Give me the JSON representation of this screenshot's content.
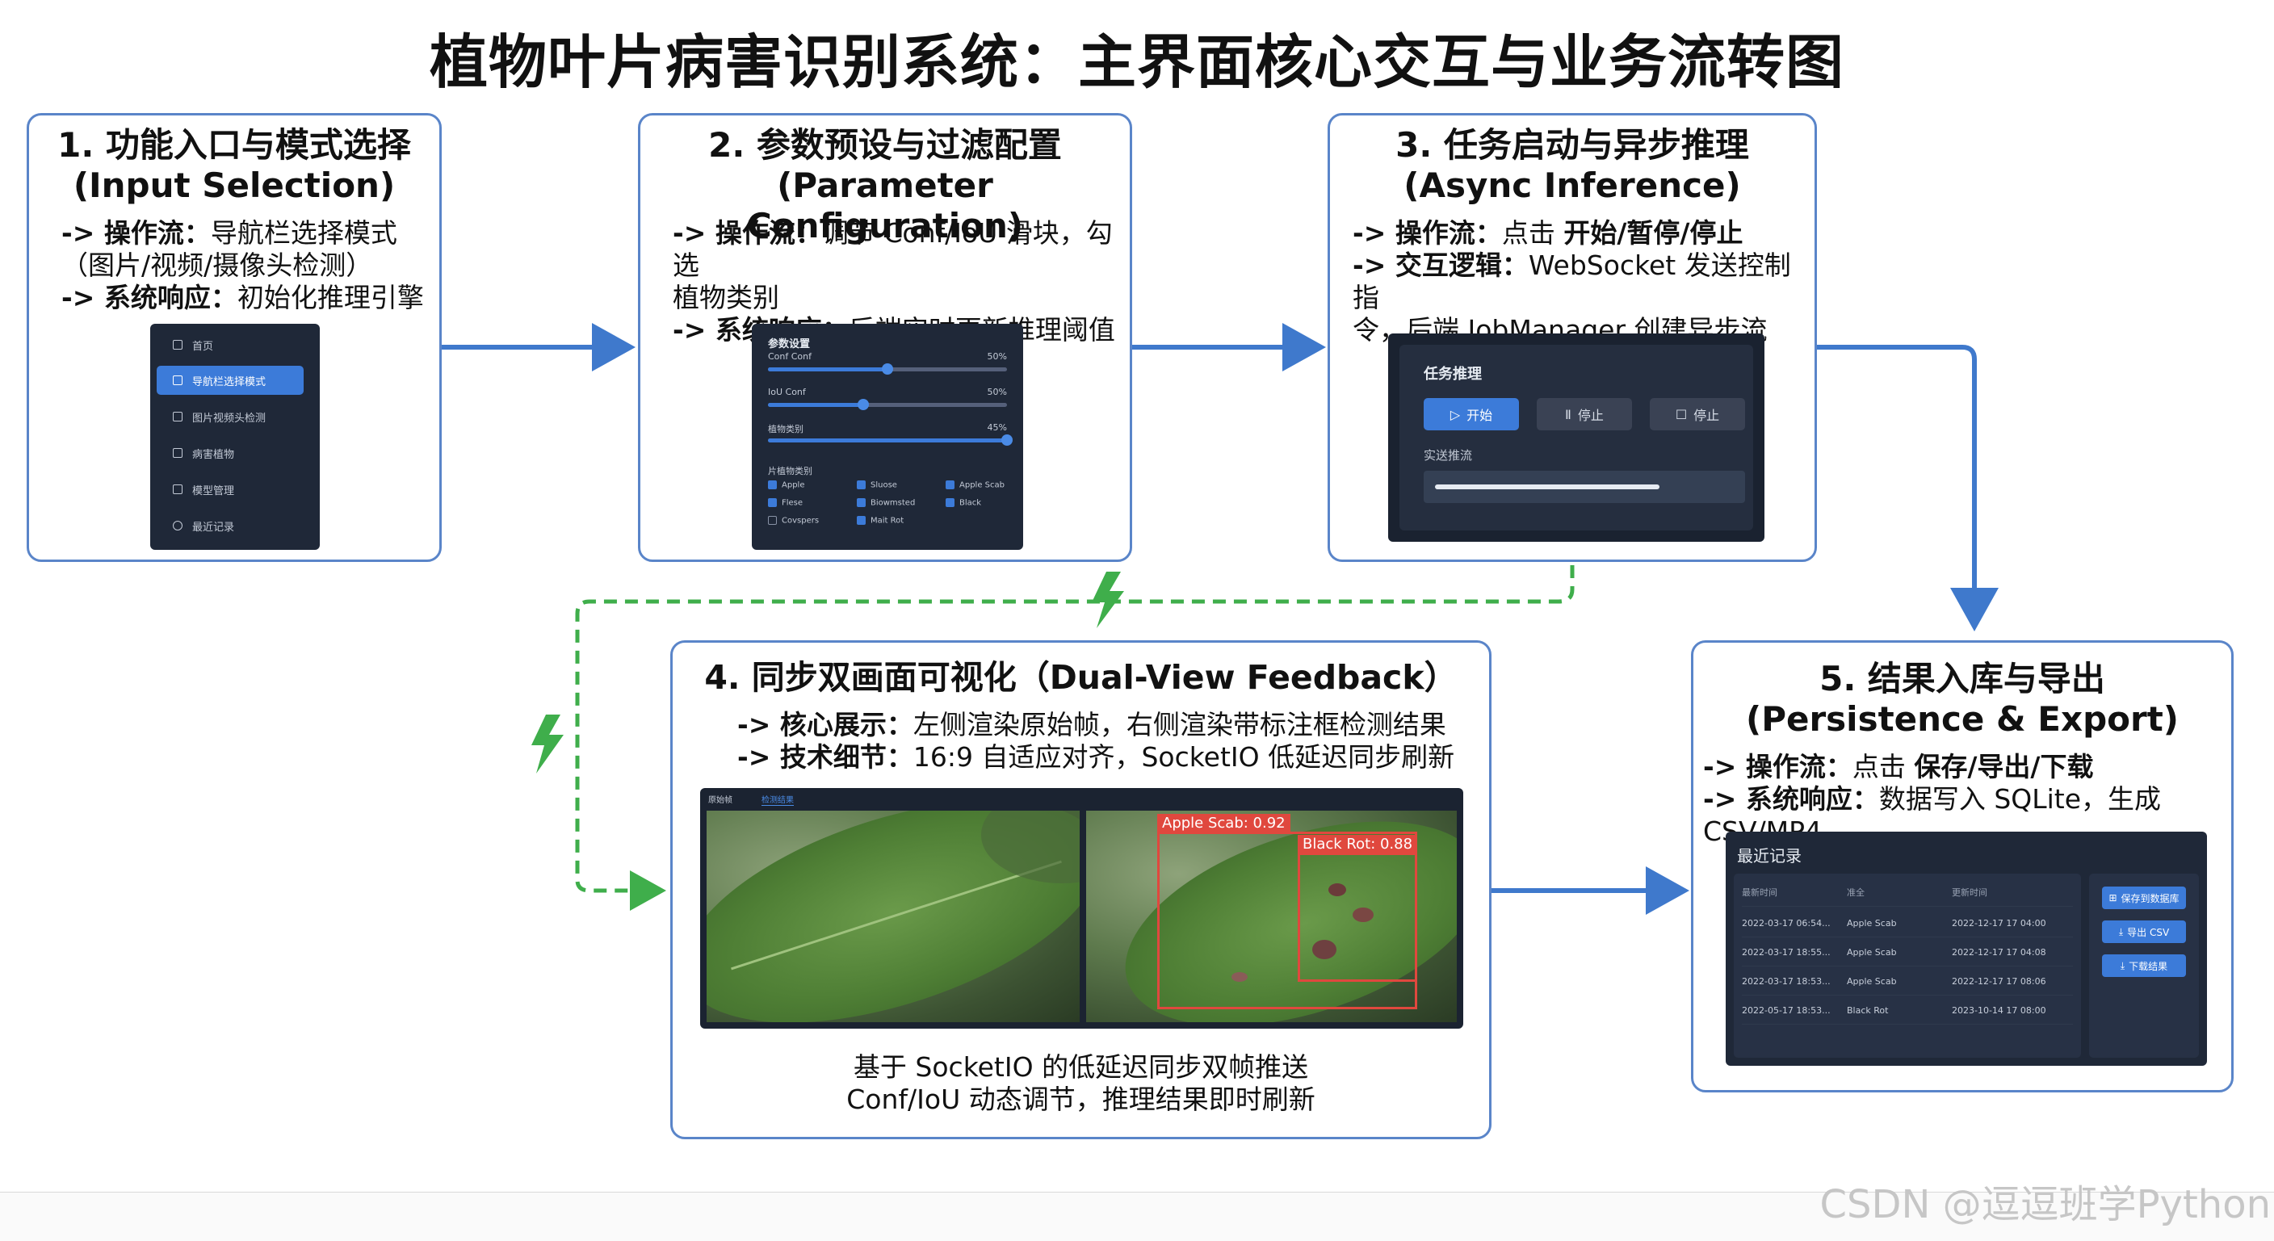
{
  "title": "植物叶片病害识别系统：主界面核心交互与业务流转图",
  "colors": {
    "card_border": "#5a85c9",
    "arrow_blue": "#3f79cc",
    "arrow_green": "#3fae4b",
    "panel_bg": "#1f2838",
    "accent": "#3c7bd9",
    "detect_red": "#e0483e"
  },
  "card1": {
    "title_zh": "1. 功能入口与模式选择",
    "title_en": "(Input Selection)",
    "op_label": "-> 操作流：",
    "op_text": "导航栏选择模式",
    "op_text2": "（图片/视频/摄像头检测）",
    "resp_label": "-> 系统响应：",
    "resp_text": "初始化推理引擎",
    "nav": [
      "首页",
      "导航栏选择模式",
      "图片视频头检测",
      "病害植物",
      "模型管理",
      "最近记录"
    ]
  },
  "card2": {
    "title_zh": "2. 参数预设与过滤配置",
    "title_en": "(Parameter Configuration)",
    "op_label": "-> 操作流：",
    "op_text": "调节 Conf/IoU 滑块，勾选",
    "op_text2": "植物类别",
    "resp_label": "-> 系统响应：",
    "resp_text": "后端实时更新推理阈值",
    "panel_title": "参数设置",
    "sliders": [
      {
        "label": "Conf Conf",
        "value_text": "50%",
        "value": 0.5
      },
      {
        "label": "IoU Conf",
        "value_text": "50%",
        "value": 0.4
      },
      {
        "label": "植物类别",
        "value_text": "45%",
        "value": 1.0
      }
    ],
    "filter_title": "片植物类别",
    "checks": [
      {
        "label": "Apple",
        "checked": true
      },
      {
        "label": "Sluose",
        "checked": true
      },
      {
        "label": "Apple Scab",
        "checked": true
      },
      {
        "label": "Flese",
        "checked": true
      },
      {
        "label": "Biowmsted",
        "checked": true
      },
      {
        "label": "Black",
        "checked": true
      },
      {
        "label": "Covspers",
        "checked": false
      },
      {
        "label": "Mait Rot",
        "checked": true
      }
    ]
  },
  "card3": {
    "title_zh": "3. 任务启动与异步推理",
    "title_en": "(Async Inference)",
    "op_label": "-> 操作流：",
    "op_text": "点击 ",
    "op_bold": "开始/暂停/停止",
    "logic_label": "-> 交互逻辑：",
    "logic_text": "WebSocket 发送控制指",
    "logic_text2": "令，后端 JobManager 创建异步流",
    "panel_title": "任务推理",
    "buttons": [
      "开始",
      "停止",
      "停止"
    ],
    "stream_label": "实送推流",
    "progress": 0.75
  },
  "card4": {
    "title": "4. 同步双画面可视化（Dual-View Feedback）",
    "core_label": "-> 核心展示：",
    "core_text": "左侧渲染原始帧，右侧渲染带标注框检测结果",
    "tech_label": "-> 技术细节：",
    "tech_text": "16:9 自适应对齐，SocketIO 低延迟同步刷新",
    "tabs": [
      "原始帧",
      "检测结果"
    ],
    "detections": [
      {
        "label": "Apple Scab: 0.92"
      },
      {
        "label": "Black Rot: 0.88"
      }
    ],
    "caption1": "基于 SocketIO 的低延迟同步双帧推送",
    "caption2": "Conf/IoU 动态调节，推理结果即时刷新"
  },
  "card5": {
    "title_zh": "5. 结果入库与导出",
    "title_en": "(Persistence & Export)",
    "op_label": "-> 操作流：",
    "op_text": "点击 ",
    "op_bold": "保存/导出/下载",
    "resp_label": "-> 系统响应：",
    "resp_text": "数据写入 SQLite，生成 CSV/MP4",
    "panel_title": "最近记录",
    "columns": [
      "最新时间",
      "准全",
      "更新时间"
    ],
    "rows": [
      [
        "2022-03-17 06:54...",
        "Apple Scab",
        "2022-12-17 17 04:00"
      ],
      [
        "2022-03-17 18:55...",
        "Apple Scab",
        "2022-12-17 17 04:08"
      ],
      [
        "2022-03-17 18:53...",
        "Apple Scab",
        "2022-12-17 17 08:06"
      ],
      [
        "2022-05-17 18:53...",
        "Black Rot",
        "2023-10-14 17 08:00"
      ]
    ],
    "actions": [
      "保存到数据库",
      "导出 CSV",
      "下载结果"
    ]
  },
  "watermark": "CSDN @逗逗班学Python"
}
